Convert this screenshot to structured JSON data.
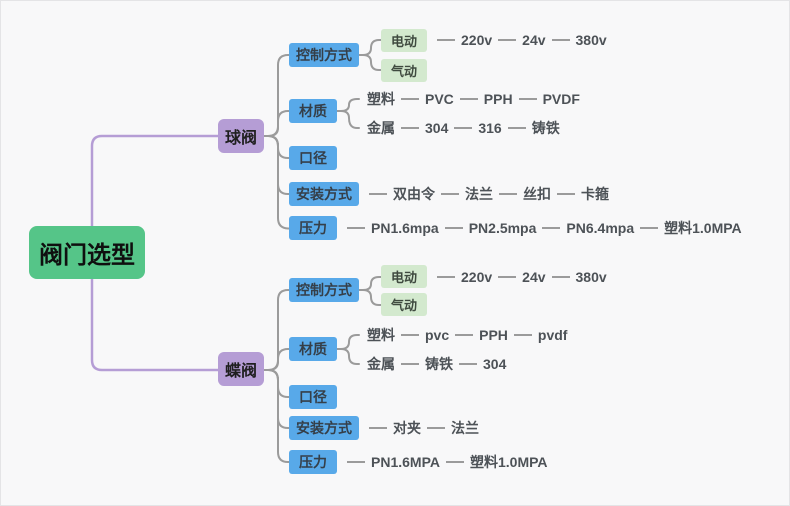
{
  "colors": {
    "bg": "#f8f8f9",
    "root_green": "#55c588",
    "branch_purple": "#b59dd5",
    "topic_blue": "#58a9e9",
    "leaf_green_bg": "#d3e9ce",
    "line_gray": "#9b9b9b",
    "purple_line": "#b59dd5"
  },
  "root": {
    "label": "阀门选型"
  },
  "ball": {
    "label": "球阀",
    "control": {
      "label": "控制方式",
      "electric": "电动",
      "pneumatic": "气动",
      "volts": [
        "220v",
        "24v",
        "380v"
      ]
    },
    "material": {
      "label": "材质",
      "plastic": "塑料",
      "plastics": [
        "PVC",
        "PPH",
        "PVDF"
      ],
      "metal": "金属",
      "metals": [
        "304",
        "316",
        "铸铁"
      ]
    },
    "diameter": {
      "label": "口径"
    },
    "install": {
      "label": "安装方式",
      "items": [
        "双由令",
        "法兰",
        "丝扣",
        "卡箍"
      ]
    },
    "pressure": {
      "label": "压力",
      "items": [
        "PN1.6mpa",
        "PN2.5mpa",
        "PN6.4mpa",
        "塑料1.0MPA"
      ]
    }
  },
  "butterfly": {
    "label": "蝶阀",
    "control": {
      "label": "控制方式",
      "electric": "电动",
      "pneumatic": "气动",
      "volts": [
        "220v",
        "24v",
        "380v"
      ]
    },
    "material": {
      "label": "材质",
      "plastic": "塑料",
      "plastics": [
        "pvc",
        "PPH",
        "pvdf"
      ],
      "metal": "金属",
      "metals": [
        "铸铁",
        "304"
      ]
    },
    "diameter": {
      "label": "口径"
    },
    "install": {
      "label": "安装方式",
      "items": [
        "对夹",
        "法兰"
      ]
    },
    "pressure": {
      "label": "压力",
      "items": [
        "PN1.6MPA",
        "塑料1.0MPA"
      ]
    }
  }
}
